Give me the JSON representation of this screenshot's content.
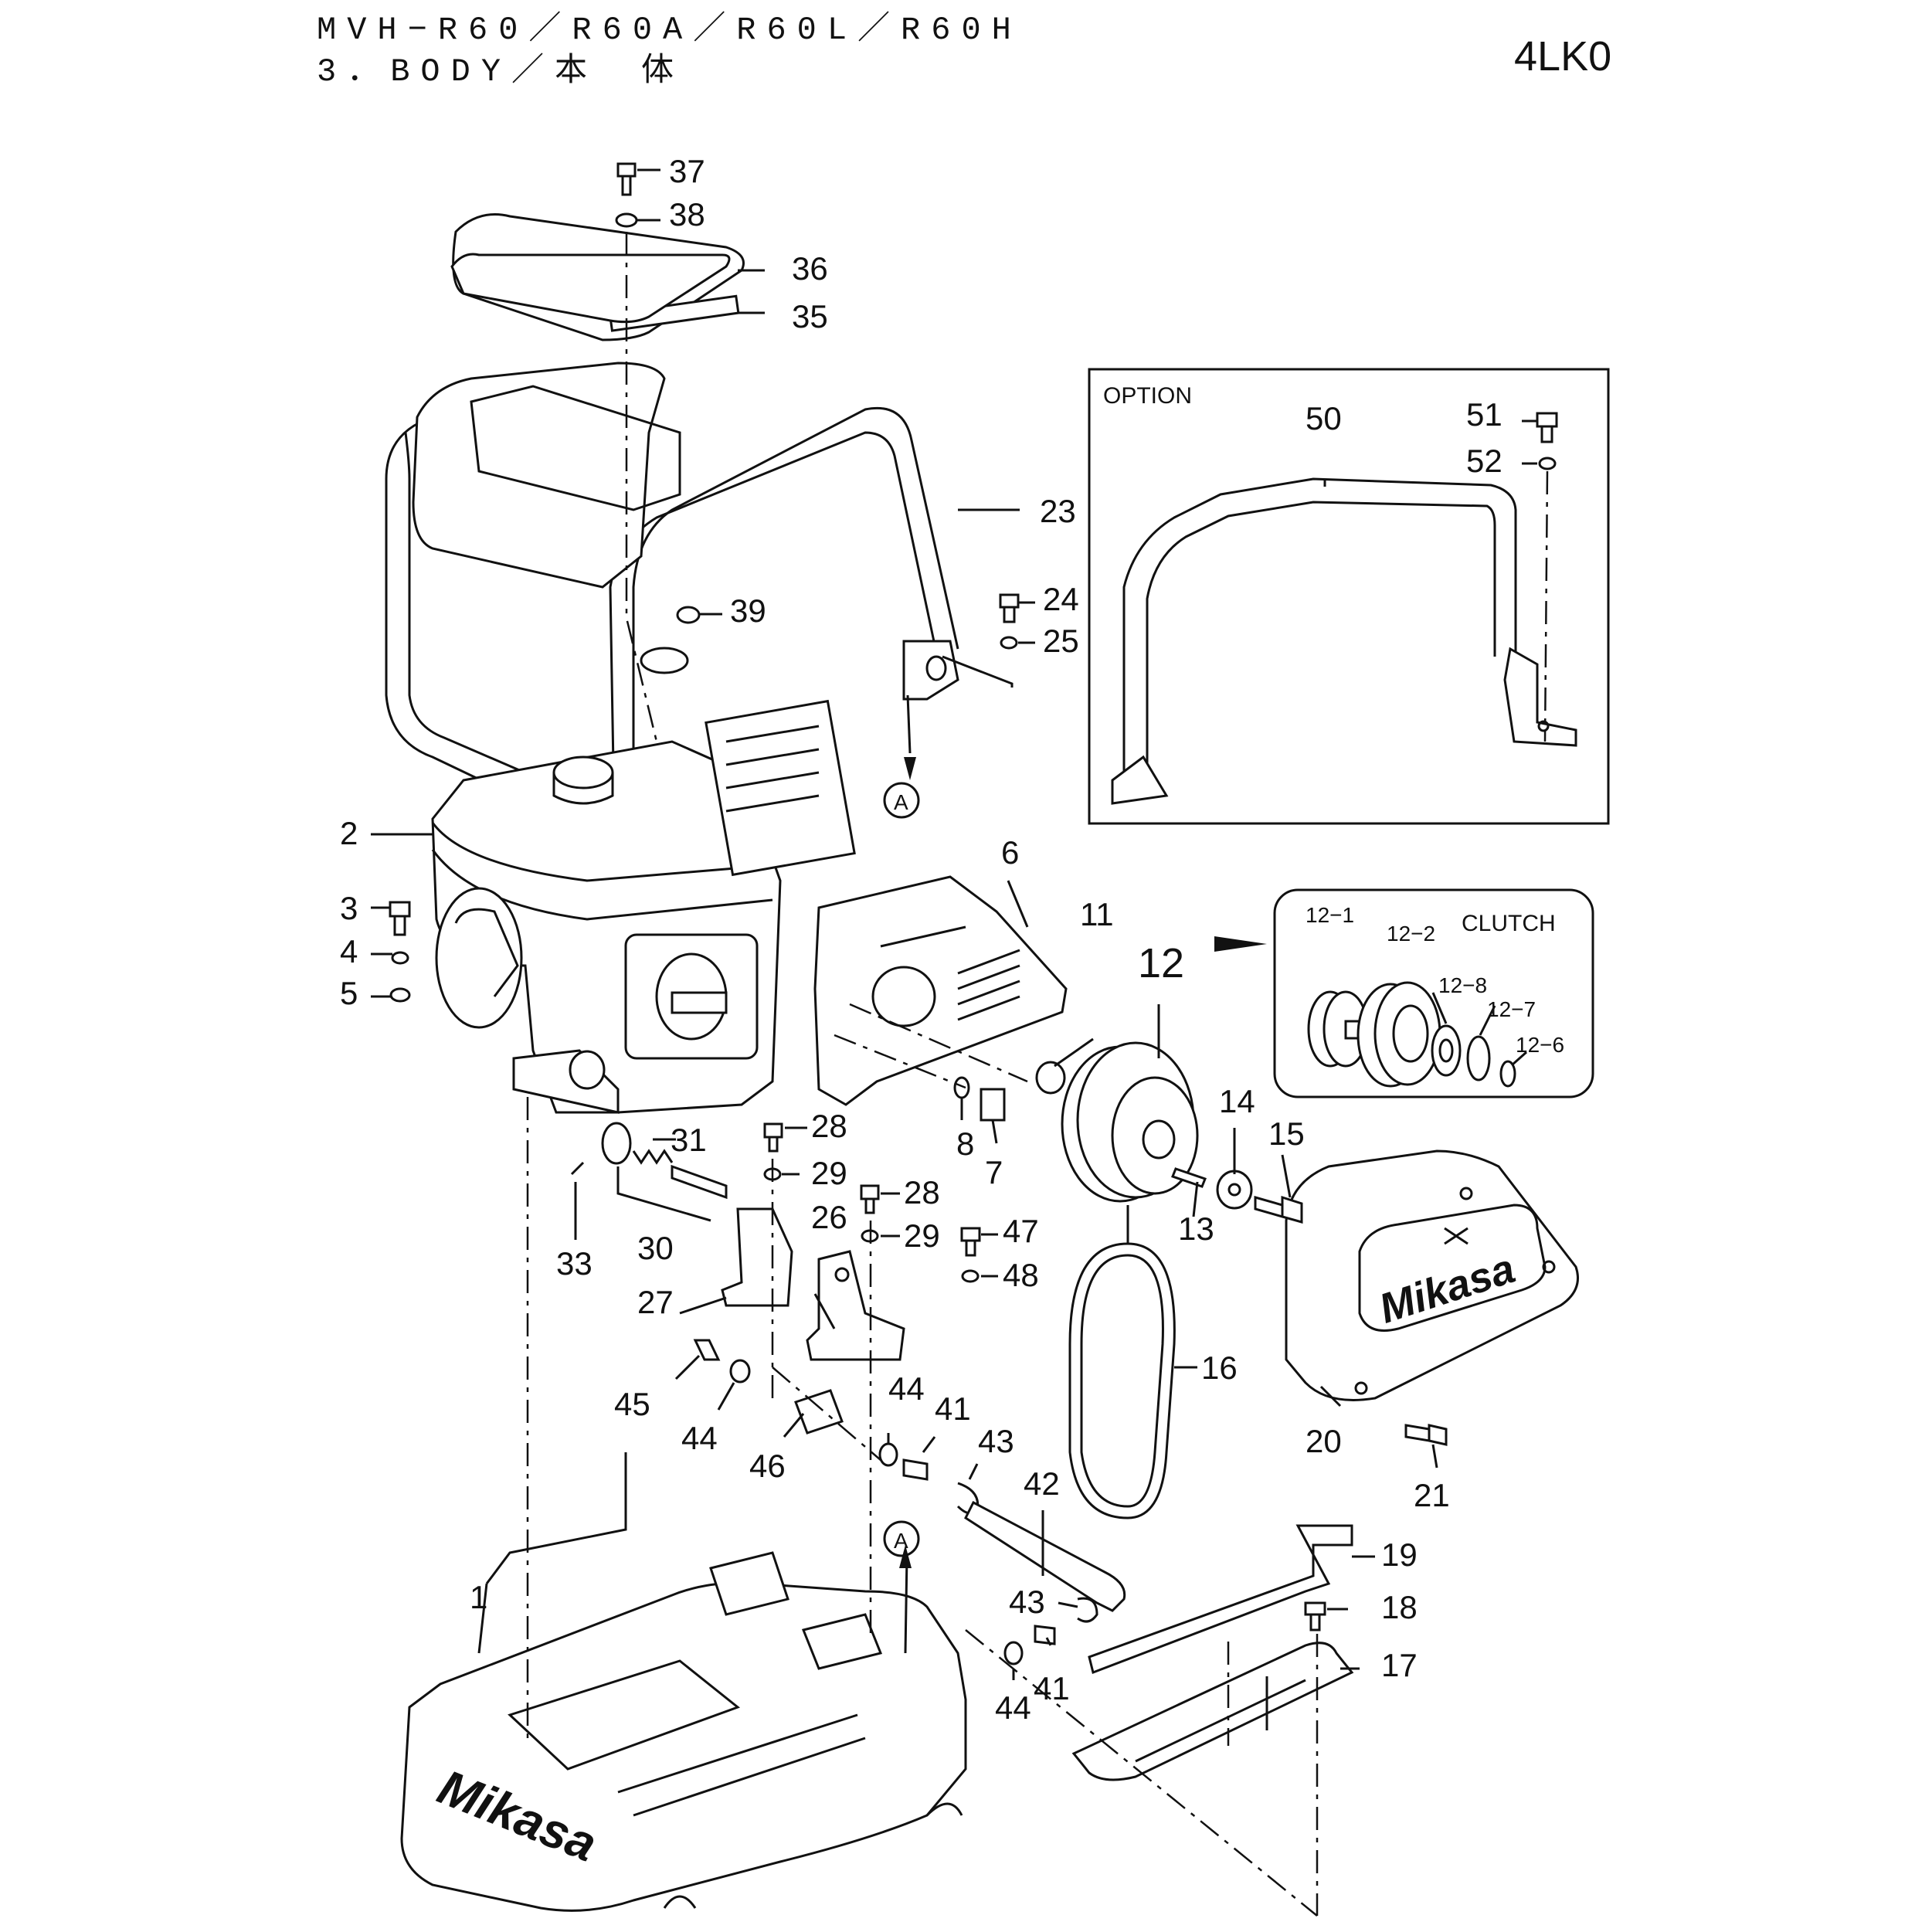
{
  "header": {
    "title": "MVH−R60／R60A／R60L／R60H",
    "section": "3．BODY／本　体",
    "code": "4LK0"
  },
  "option": {
    "label": "OPTION"
  },
  "clutch": {
    "label": "CLUTCH"
  },
  "callouts": {
    "c1": "1",
    "c2": "2",
    "c3": "3",
    "c4": "4",
    "c5": "5",
    "c6": "6",
    "c7": "7",
    "c8": "8",
    "c11": "11",
    "c12": "12",
    "c12_1": "12−1",
    "c12_2": "12−2",
    "c12_6": "12−6",
    "c12_7": "12−7",
    "c12_8": "12−8",
    "c13": "13",
    "c14": "14",
    "c15": "15",
    "c16": "16",
    "c17": "17",
    "c18": "18",
    "c19": "19",
    "c20": "20",
    "c21": "21",
    "c23": "23",
    "c24": "24",
    "c25": "25",
    "c26": "26",
    "c27": "27",
    "c28a": "28",
    "c28b": "28",
    "c29a": "29",
    "c29b": "29",
    "c30": "30",
    "c31": "31",
    "c33": "33",
    "c35": "35",
    "c36": "36",
    "c37": "37",
    "c38": "38",
    "c39": "39",
    "c41a": "41",
    "c41b": "41",
    "c42": "42",
    "c43a": "43",
    "c43b": "43",
    "c44a": "44",
    "c44b": "44",
    "c44c": "44",
    "c45": "45",
    "c46": "46",
    "c47": "47",
    "c48": "48",
    "c50": "50",
    "c51": "51",
    "c52": "52"
  },
  "markers": {
    "a_top": "A",
    "a_bottom": "A"
  },
  "logos": {
    "cover": "Mikasa",
    "base": "Mikasa"
  }
}
